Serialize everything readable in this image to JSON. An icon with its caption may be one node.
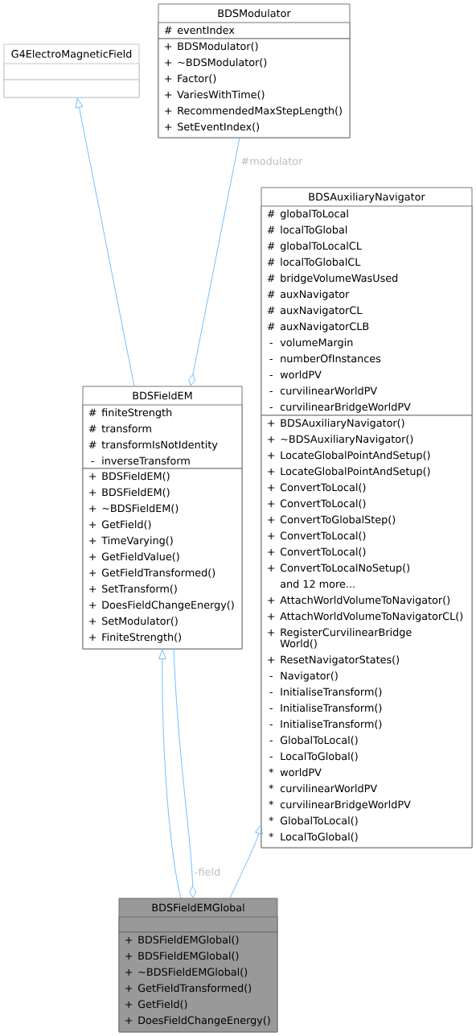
{
  "diagram": {
    "nodes": [
      {
        "text": [
          "G4ElectroMagneticField"
        ]
      },
      {
        "text": [],
        "shape": "box",
        "in": 0
      },
      {
        "text": [],
        "shape": "box",
        "in": 0
      },
      {
        "text": [
          "BDSModulator"
        ]
      },
      {
        "text": [
          "# eventIndex"
        ],
        "in": 3
      },
      {
        "text": [
          "+ BDSModulator()",
          "+ ~BDSModulator()",
          "+ Factor()",
          "+ VariesWithTime()",
          "+ RecommendedMaxStepLength()",
          "+ SetEventIndex()"
        ],
        "in": 3
      },
      {
        "text": [
          "BDSAuxiliaryNavigator"
        ]
      },
      {
        "text": [
          "# globalToLocal",
          "# localToGlobal",
          "# globalToLocalCL",
          "# localToGlobalCL",
          "# bridgeVolumeWasUsed",
          "# auxNavigator",
          "# auxNavigatorCL",
          "# auxNavigatorCLB",
          "- volumeMargin",
          "- numberOfInstances",
          "- worldPV",
          "- curvilinearWorldPV",
          "- curvilinearBridgeWorldPV"
        ],
        "in": 6
      },
      {
        "text": [
          "+ BDSAuxiliaryNavigator()",
          "+ ~BDSAuxiliaryNavigator()",
          "+ LocateGlobalPointAndSetup()",
          "+ LocateGlobalPointAndSetup()",
          "+ ConvertToLocal()",
          "+ ConvertToLocal()",
          "+ ConvertToGlobalStep()",
          "+ ConvertToLocal()",
          "+ ConvertToLocal()",
          "+ ConvertToLocalNoSetup()",
          "and 12 more...",
          "+ AttachWorldVolumeToNavigator()",
          "+ AttachWorldVolumeToNavigatorCL()",
          "+ RegisterCurvilinearBridge World()",
          "+ ResetNavigatorStates()",
          "- Navigator()",
          "- InitialiseTransform()",
          "- InitialiseTransform()",
          "- InitialiseTransform()",
          "- GlobalToLocal()",
          "- LocalToGlobal()",
          "* worldPV",
          "* curvilinearWorldPV",
          "* curvilinearBridgeWorldPV",
          "* GlobalToLocal()",
          "* LocalToGlobal()"
        ],
        "in": 6
      },
      {
        "text": [
          "BDSFieldEM"
        ]
      },
      {
        "text": [
          "# finiteStrength",
          "# transform",
          "# transformIsNotIdentity",
          "- inverseTransform"
        ],
        "in": 9
      },
      {
        "text": [
          "+ BDSFieldEM()",
          "+ BDSFieldEM()",
          "+ ~BDSFieldEM()",
          "+ GetField()",
          "+ TimeVarying()",
          "+ GetFieldValue()",
          "+ GetFieldTransformed()",
          "+ SetTransform()",
          "+ DoesFieldChangeEnergy()",
          "+ SetModulator()",
          "+ FiniteStrength()"
        ],
        "in": 9
      },
      {
        "text": [
          "BDSFieldEMGlobal"
        ]
      },
      {
        "text": [],
        "shape": "box",
        "in": 12
      },
      {
        "text": [
          "+ BDSFieldEMGlobal()",
          "+ BDSFieldEMGlobal()",
          "+ ~BDSFieldEMGlobal()",
          "+ GetFieldTransformed()",
          "+ GetField()",
          "+ DoesFieldChangeEnergy()"
        ],
        "in": 12
      }
    ],
    "edges": [
      {
        "from": 9,
        "to": 0,
        "arrow": "to"
      },
      {
        "from": 3,
        "to": 9,
        "arrow": "other",
        "label": "#modulator"
      },
      {
        "from": 12,
        "to": 9,
        "arrow": "to"
      },
      {
        "from": 9,
        "to": 12,
        "arrow": "other",
        "label": "-field"
      },
      {
        "from": 12,
        "to": 6,
        "arrow": "to"
      }
    ]
  }
}
